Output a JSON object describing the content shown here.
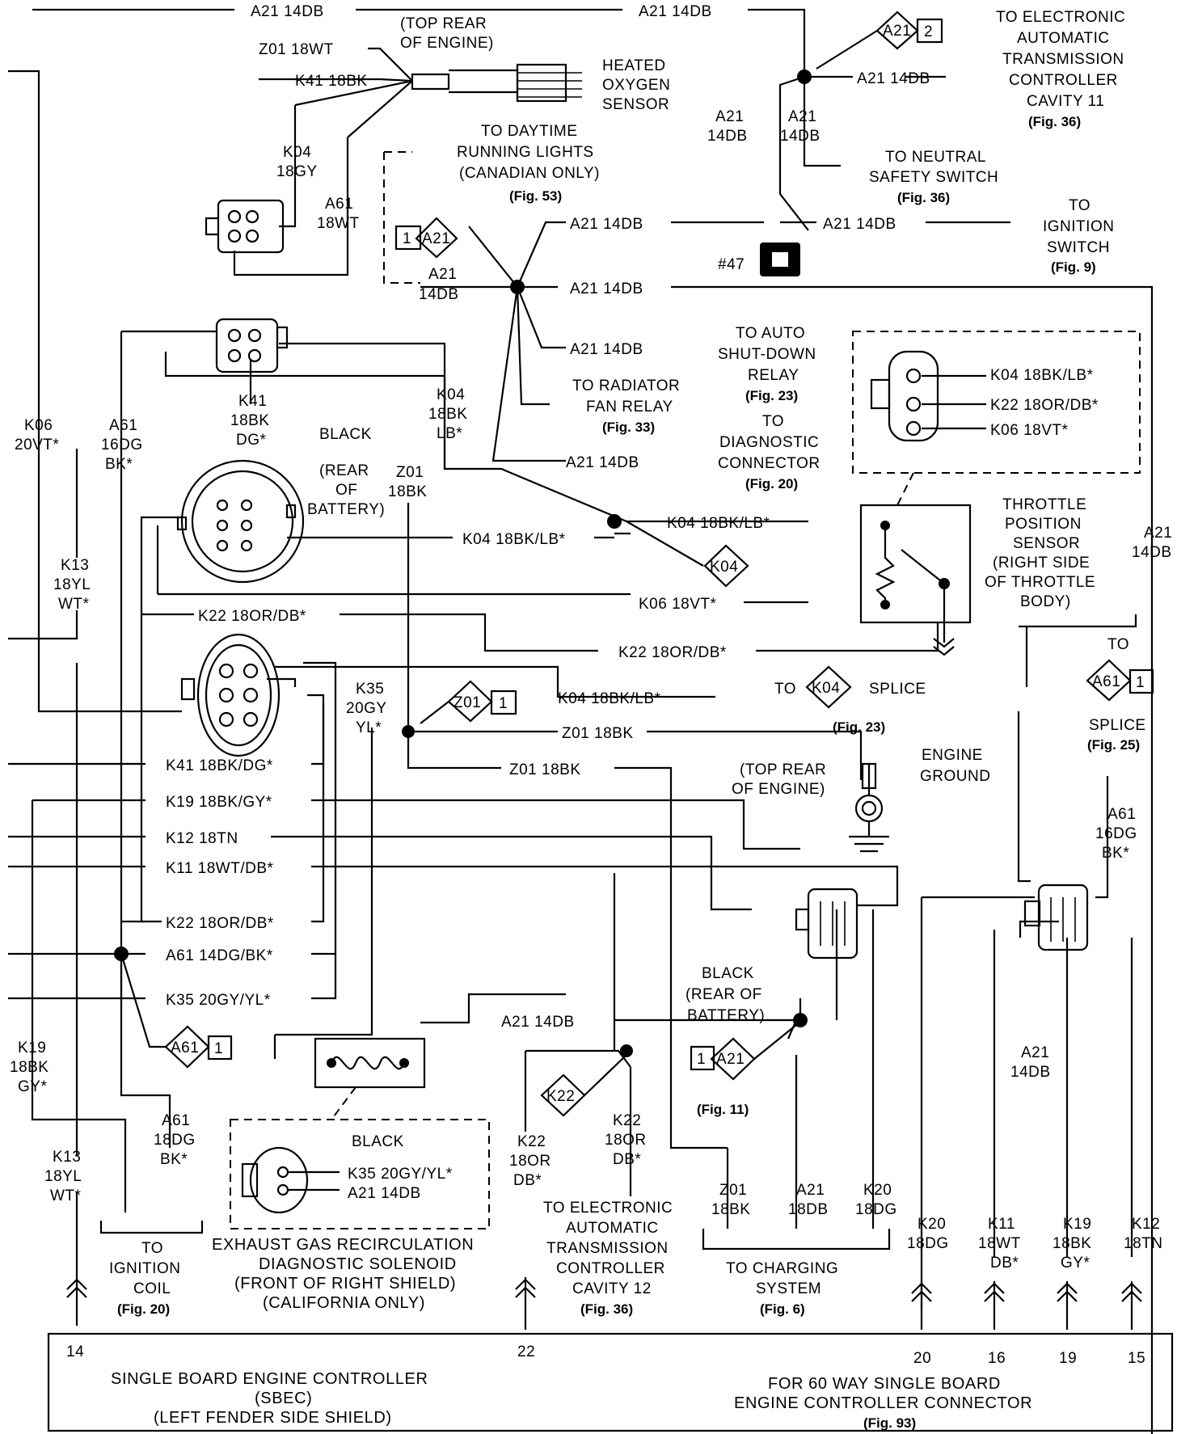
{
  "wires": {
    "a21_top_left": "A21 14DB",
    "a21_top_mid": "A21 14DB",
    "z01_18wt": "Z01 18WT",
    "k41_18bk": "K41 18BK",
    "k04_18gy_1": "K04",
    "k04_18gy_2": "18GY",
    "a61_18wt_1": "A61",
    "a61_18wt_2": "18WT",
    "a21_tcm": "A21 14DB",
    "a21_v1_1": "A21",
    "a21_v1_2": "14DB",
    "a21_v2_1": "A21",
    "a21_v2_2": "14DB",
    "a21_splice_top": "A21 14DB",
    "a21_ign": "A21 14DB",
    "a21_left_1": "A21",
    "a21_left_2": "14DB",
    "a21_mid": "A21 14DB",
    "a21_asd": "A21 14DB",
    "a21_diag": "A21 14DB",
    "k06_left_1": "K06",
    "k06_left_2": "20VT*",
    "a61_16dg_1": "A61",
    "a61_16dg_2": "16DG",
    "a61_16dg_3": "BK*",
    "k41_dg_1": "K41",
    "k41_dg_2": "18BK",
    "k41_dg_3": "DG*",
    "k04_lb_1": "K04",
    "k04_lb_2": "18BK",
    "k04_lb_3": "LB*",
    "z01_18bk_1": "Z01",
    "z01_18bk_2": "18BK",
    "k04_tps": "K04 18BK/LB*",
    "k04_mid": "K04 18BK/LB*",
    "k06_tps": "K06 18VT*",
    "k22_mid": "K22 18OR/DB*",
    "k22_right": "K22 18OR/DB*",
    "k13_left_1": "K13",
    "k13_left_2": "18YL",
    "k13_left_3": "WT*",
    "k04_splice": "K04 18BK/LB*",
    "k35_1": "K35",
    "k35_2": "20GY",
    "k35_3": "YL*",
    "z01_gnd1": "Z01 18BK",
    "z01_gnd2": "Z01 18BK",
    "k41_bot": "K41 18BK/DG*",
    "k19_bot": "K19 18BK/GY*",
    "k12_bot": "K12 18TN",
    "k11_bot": "K11 18WT/DB*",
    "k22_bot": "K22 18OR/DB*",
    "a61_bot": "A61 14DG/BK*",
    "k35_bot": "K35 20GY/YL*",
    "a21_egr": "A21 14DB",
    "a21_r_1": "A21",
    "a21_r_2": "14DB",
    "a21_r2_1": "A21",
    "a21_r2_2": "14DB",
    "a61_r_1": "A61",
    "a61_r_2": "16DG",
    "a61_r_3": "BK*",
    "k19_left_1": "K19",
    "k19_left_2": "18BK",
    "k19_left_3": "GY*",
    "k13_b_1": "K13",
    "k13_b_2": "18YL",
    "k13_b_3": "WT*",
    "a61_ign_1": "A61",
    "a61_ign_2": "18DG",
    "a61_ign_3": "BK*",
    "k22_c_1": "K22",
    "k22_c_2": "18OR",
    "k22_c_3": "DB*",
    "k22_d_1": "K22",
    "k22_d_2": "18OR",
    "k22_d_3": "DB*",
    "z01_chg_1": "Z01",
    "z01_chg_2": "18BK",
    "a21_chg_1": "A21",
    "a21_chg_2": "18DB",
    "k20_chg_1": "K20",
    "k20_chg_2": "18DG",
    "k20_b_1": "K20",
    "k20_b_2": "18DG",
    "k11_b_1": "K11",
    "k11_b_2": "18WT",
    "k11_b_3": "DB*",
    "k19_b_1": "K19",
    "k19_b_2": "18BK",
    "k19_b_3": "GY*",
    "k12_b_1": "K12",
    "k12_b_2": "18TN",
    "tps_k04": "K04 18BK/LB*",
    "tps_k22": "K22 18OR/DB*",
    "tps_k06": "K06 18VT*",
    "egr_k35": "K35 20GY/YL*",
    "egr_a21": "A21 14DB"
  },
  "labels": {
    "top_rear_1": "(TOP REAR",
    "top_rear_2": "OF ENGINE)",
    "o2_1": "HEATED",
    "o2_2": "OXYGEN",
    "o2_3": "SENSOR",
    "tcm11_1": "TO ELECTRONIC",
    "tcm11_2": "AUTOMATIC",
    "tcm11_3": "TRANSMISSION",
    "tcm11_4": "CONTROLLER",
    "tcm11_5": "CAVITY 11",
    "tcm11_fig": "(Fig. 36)",
    "drl_1": "TO DAYTIME",
    "drl_2": "RUNNING LIGHTS",
    "drl_3": "(CANADIAN ONLY)",
    "drl_fig": "(Fig. 53)",
    "nss_1": "TO NEUTRAL",
    "nss_2": "SAFETY SWITCH",
    "nss_fig": "(Fig. 36)",
    "ign_1": "TO",
    "ign_2": "IGNITION",
    "ign_3": "SWITCH",
    "ign_fig": "(Fig. 9)",
    "conn47": "#47",
    "asd_1": "TO AUTO",
    "asd_2": "SHUT-DOWN",
    "asd_3": "RELAY",
    "asd_fig": "(Fig. 23)",
    "rad_1": "TO RADIATOR",
    "rad_2": "FAN RELAY",
    "rad_fig": "(Fig. 33)",
    "diag_1": "TO",
    "diag_2": "DIAGNOSTIC",
    "diag_3": "CONNECTOR",
    "diag_fig": "(Fig. 20)",
    "black_1": "BLACK",
    "rear_bat_1": "(REAR",
    "rear_bat_2": "OF",
    "rear_bat_3": "BATTERY)",
    "tps_1": "THROTTLE",
    "tps_2": "POSITION",
    "tps_3": "SENSOR",
    "tps_4": "(RIGHT SIDE",
    "tps_5": "OF THROTTLE",
    "tps_6": "BODY)",
    "to_r": "TO",
    "splice_r": "SPLICE",
    "splice_r_fig": "(Fig. 25)",
    "to_k04": "TO",
    "splice_k04": "SPLICE",
    "splice_k04_fig": "(Fig. 23)",
    "eng_gnd_1": "ENGINE",
    "eng_gnd_2": "GROUND",
    "top_rear2_1": "(TOP REAR",
    "top_rear2_2": "OF ENGINE)",
    "black_2": "BLACK",
    "rear_bat2_1": "(REAR OF",
    "rear_bat2_2": "BATTERY)",
    "fig11": "(Fig. 11)",
    "black_egr": "BLACK",
    "egr_1": "EXHAUST GAS RECIRCULATION",
    "egr_2": "DIAGNOSTIC SOLENOID",
    "egr_3": "(FRONT OF RIGHT SHIELD)",
    "egr_4": "(CALIFORNIA ONLY)",
    "coil_1": "TO",
    "coil_2": "IGNITION",
    "coil_3": "COIL",
    "coil_fig": "(Fig. 20)",
    "tcm12_1": "TO ELECTRONIC",
    "tcm12_2": "AUTOMATIC",
    "tcm12_3": "TRANSMISSION",
    "tcm12_4": "CONTROLLER",
    "tcm12_5": "CAVITY 12",
    "tcm12_fig": "(Fig. 36)",
    "chg_1": "TO CHARGING",
    "chg_2": "SYSTEM",
    "chg_fig": "(Fig. 6)",
    "pin14": "14",
    "pin22": "22",
    "pin20": "20",
    "pin16": "16",
    "pin19": "19",
    "pin15": "15",
    "sbec_1": "SINGLE BOARD ENGINE CONTROLLER",
    "sbec_2": "(SBEC)",
    "sbec_3": "(LEFT FENDER SIDE SHIELD)",
    "conn60_1": "FOR 60 WAY SINGLE BOARD",
    "conn60_2": "ENGINE CONTROLLER CONNECTOR",
    "conn60_fig": "(Fig. 93)"
  },
  "splice_tags": {
    "a21_2": "A21",
    "a21_2_n": "2",
    "a21_1": "A21",
    "a21_1_n": "1",
    "k04": "K04",
    "z01_1": "Z01",
    "z01_1_n": "1",
    "k04_to": "K04",
    "a61_r": "A61",
    "a61_r_n": "1",
    "a61_1": "A61",
    "a61_1_n": "1",
    "k22": "K22",
    "a21_11": "A21",
    "a21_11_n": "1"
  }
}
